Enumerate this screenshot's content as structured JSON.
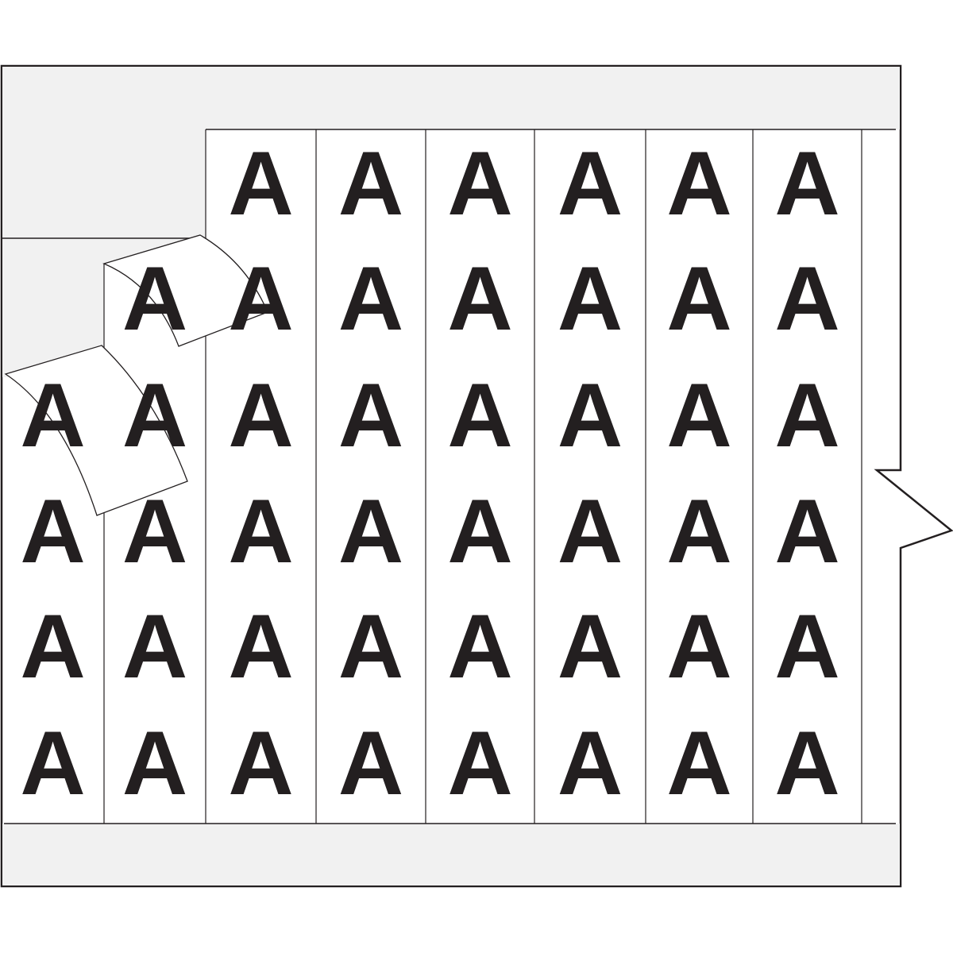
{
  "sheet": {
    "label_text": "A",
    "columns": 8,
    "rows": 6,
    "peeled_labels": [
      {
        "column": 2,
        "row": 1
      },
      {
        "column": 1,
        "row": 2
      }
    ],
    "removed_labels": [
      {
        "column": 1,
        "row": 1
      }
    ],
    "colors": {
      "liner": "#f1f1f1",
      "label": "#ffffff",
      "ink": "#231f20",
      "outline": "#231f20"
    }
  }
}
